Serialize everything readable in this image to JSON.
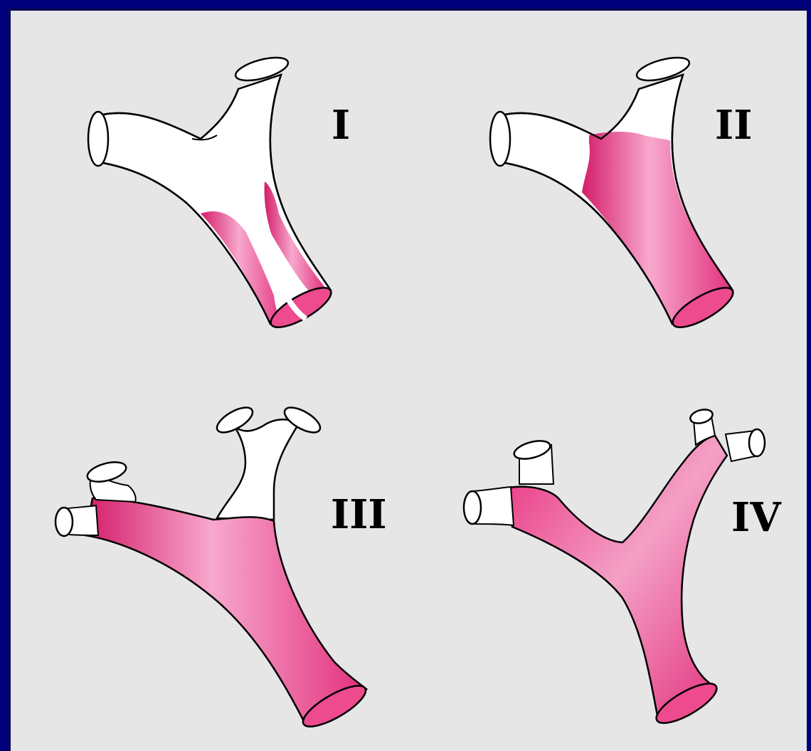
{
  "panels": [
    {
      "label": "I"
    },
    {
      "label": "II"
    },
    {
      "label": "III"
    },
    {
      "label": "IV"
    }
  ],
  "colors": {
    "background_border": "#00007a",
    "panel_background": "#e6e6e6",
    "vessel_white": "#ffffff",
    "highlight": "#e8307e",
    "outline": "#000000"
  }
}
